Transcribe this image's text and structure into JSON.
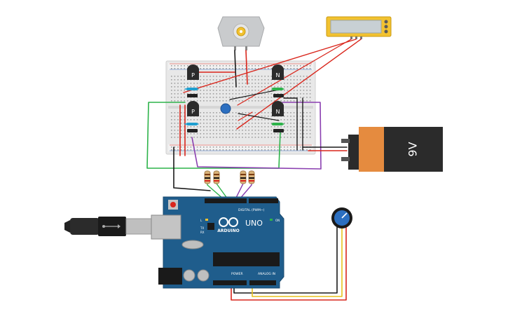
{
  "components": {
    "motor": {
      "icon": "dc-motor"
    },
    "lcd": {
      "icon": "lcd-display"
    },
    "breadboard": {
      "icon": "breadboard"
    },
    "transistors": [
      {
        "label": "P"
      },
      {
        "label": "N"
      },
      {
        "label": "P"
      },
      {
        "label": "N"
      }
    ],
    "battery": {
      "label": "9V",
      "icon": "battery-9v"
    },
    "arduino": {
      "logo_text": "ARDUINO",
      "model": "UNO",
      "digital_label": "DIGITAL (PWM~)",
      "power_label": "POWER",
      "analog_label": "ANALOG IN",
      "tx_label": "TX",
      "rx_label": "RX",
      "l_label": "L",
      "on_label": "ON"
    },
    "usb_cable": {
      "icon": "usb-plug"
    },
    "potentiometer": {
      "icon": "potentiometer-knob"
    },
    "resistors": {
      "count": 4
    }
  },
  "colors": {
    "wire_red": "#d9261c",
    "wire_black": "#1a1a1a",
    "wire_green": "#2db34a",
    "wire_purple": "#8a3fb0",
    "wire_yellow": "#e8c21c",
    "arduino_blue": "#1f5d8c",
    "battery_orange": "#e58b3f",
    "lcd_yellow": "#f2c230"
  }
}
